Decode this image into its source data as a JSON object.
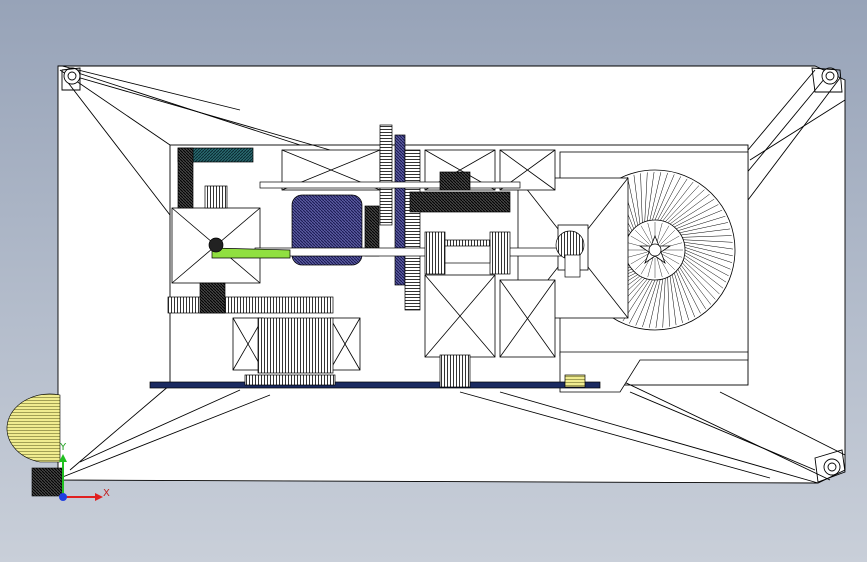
{
  "app": {
    "title": ""
  },
  "viewport": {
    "view": "top",
    "display_style": "wireframe",
    "background": [
      "#97a3b8",
      "#c9cfd9"
    ]
  },
  "triad": {
    "x_label": "X",
    "y_label": "Y",
    "x_color": "#e02020",
    "y_color": "#20c020",
    "z_color": "#2040e0"
  },
  "model": {
    "edge_color": "#000000",
    "face_color": "#ffffff",
    "accent_colors": [
      "#2a2a80",
      "#1a6a8a",
      "#90e040",
      "#e8e070"
    ]
  }
}
